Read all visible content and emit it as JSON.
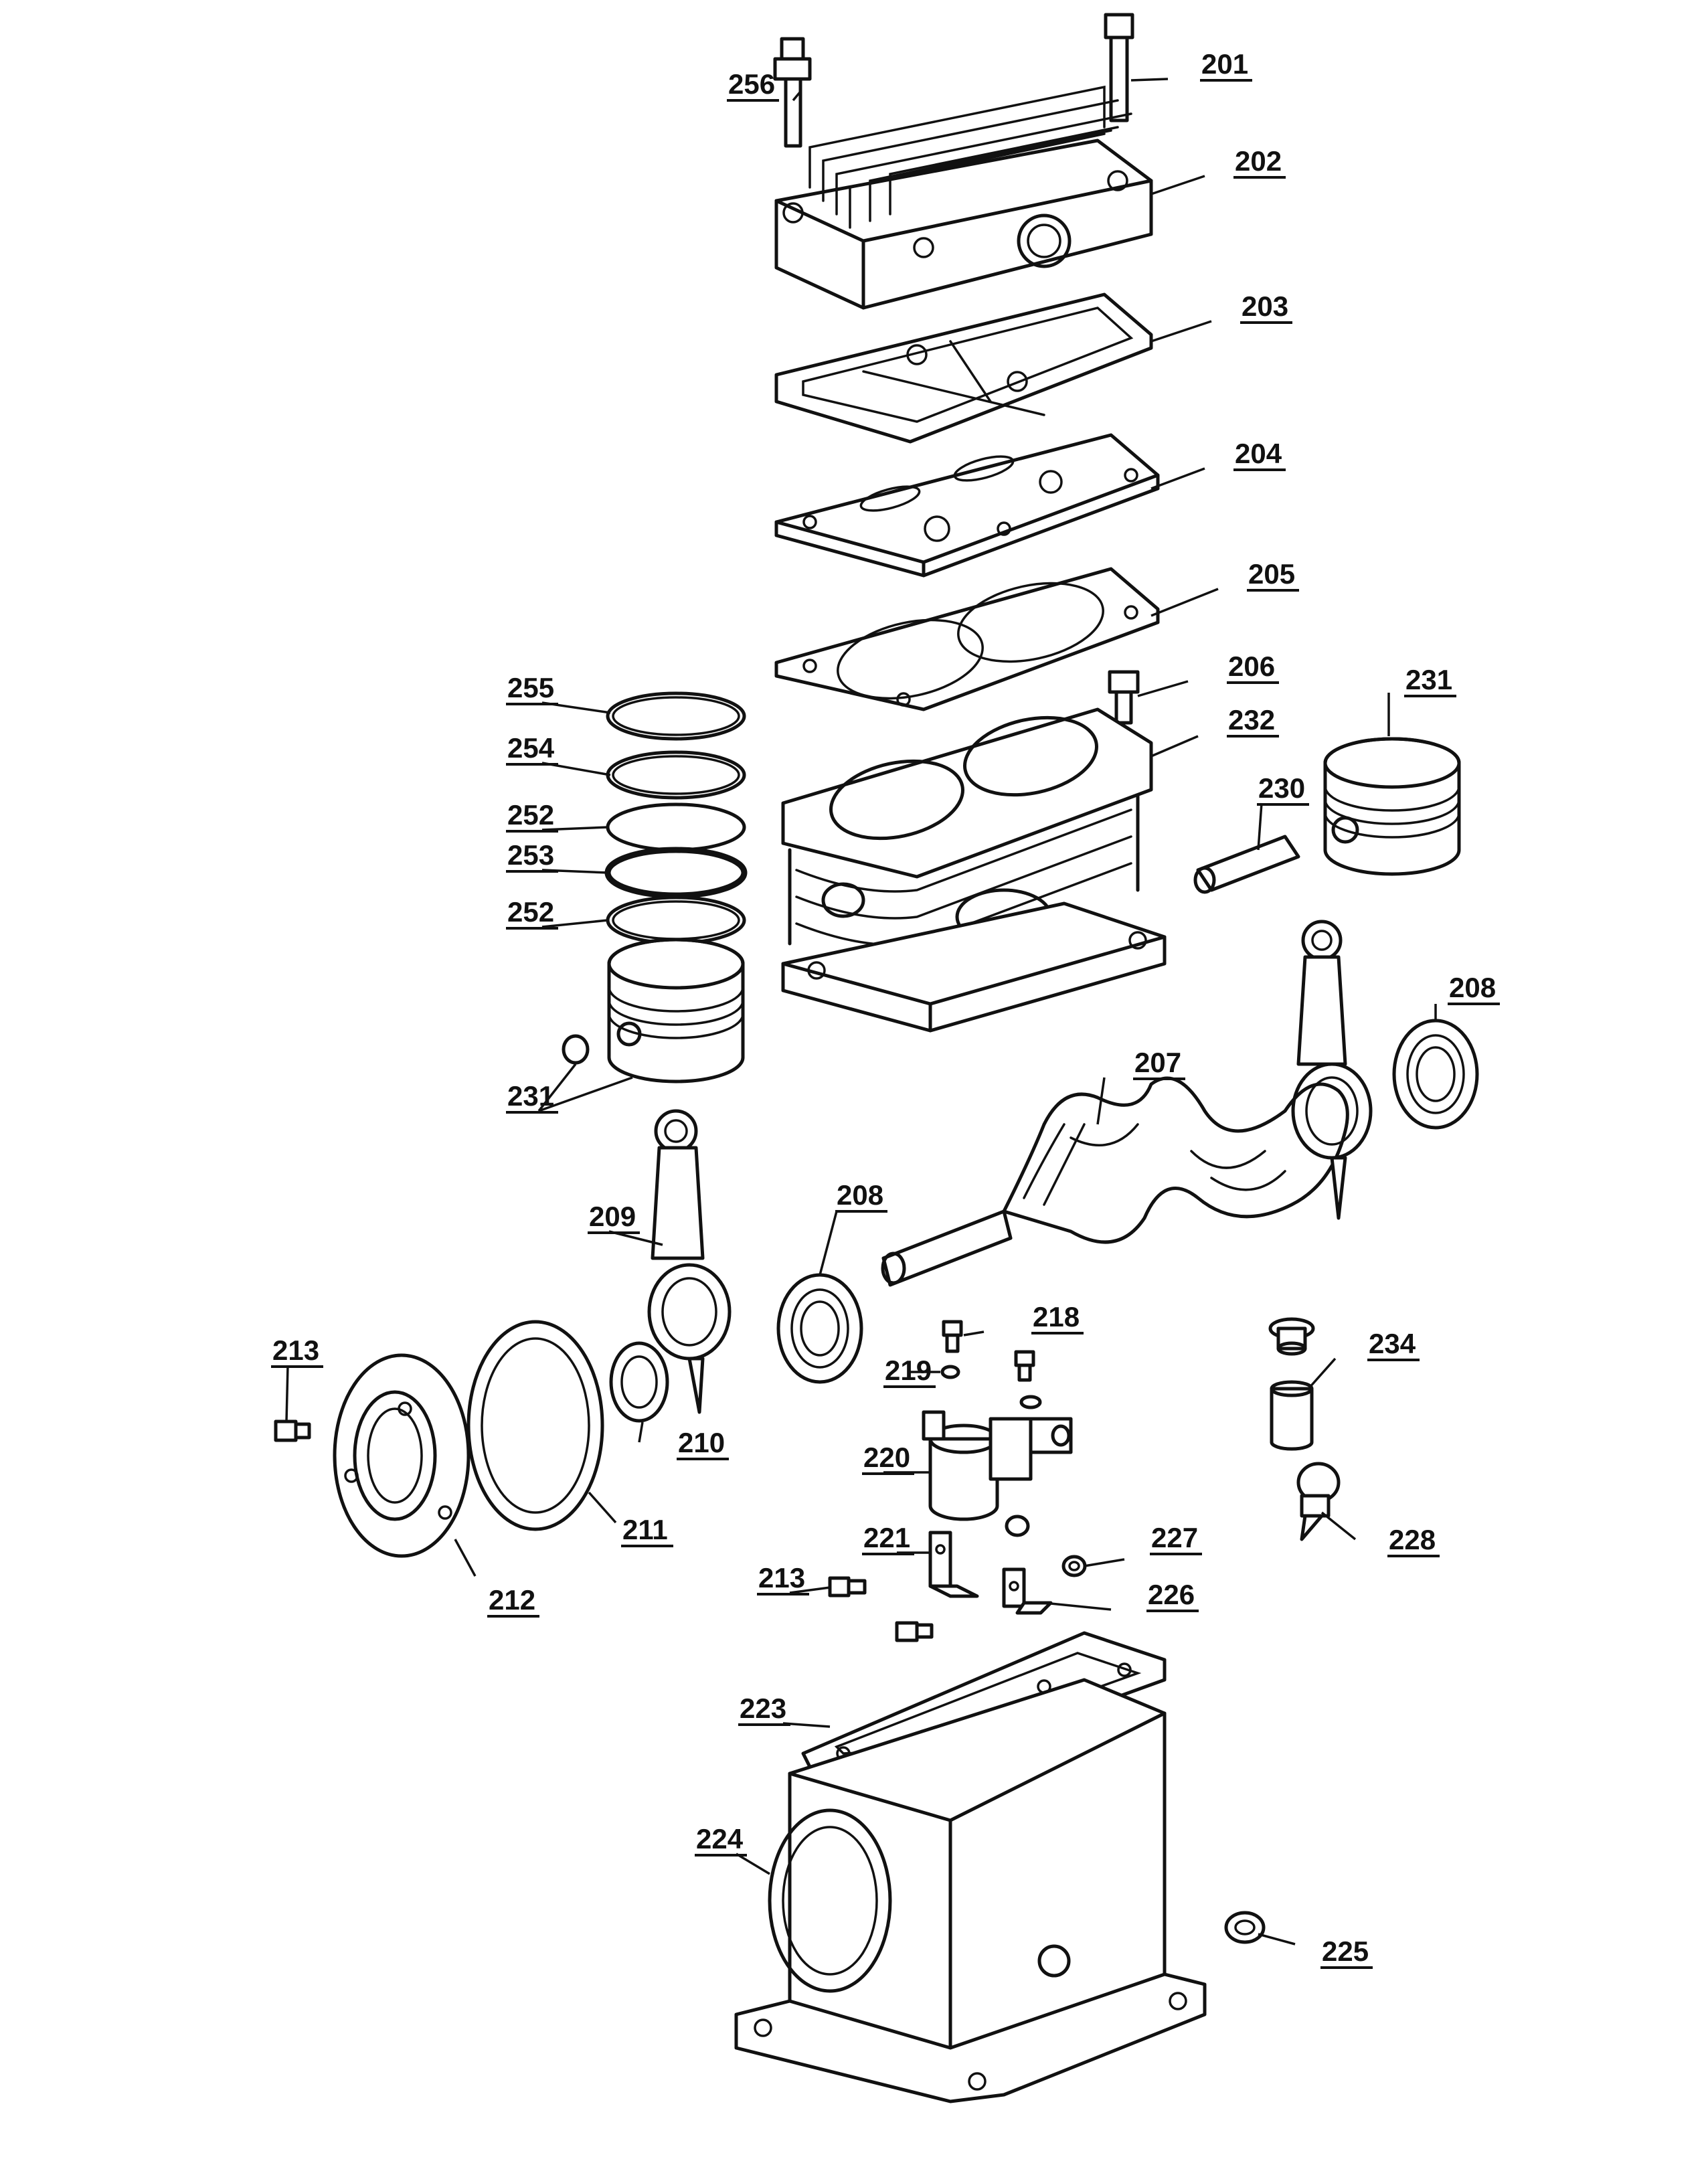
{
  "diagram": {
    "callouts": [
      {
        "id": "c256",
        "text": "256"
      },
      {
        "id": "c201",
        "text": "201"
      },
      {
        "id": "c202",
        "text": "202"
      },
      {
        "id": "c203",
        "text": "203"
      },
      {
        "id": "c204",
        "text": "204"
      },
      {
        "id": "c205",
        "text": "205"
      },
      {
        "id": "c206",
        "text": "206"
      },
      {
        "id": "c231a",
        "text": "231"
      },
      {
        "id": "c232",
        "text": "232"
      },
      {
        "id": "c230",
        "text": "230"
      },
      {
        "id": "c255",
        "text": "255"
      },
      {
        "id": "c254",
        "text": "254"
      },
      {
        "id": "c252a",
        "text": "252"
      },
      {
        "id": "c253",
        "text": "253"
      },
      {
        "id": "c252b",
        "text": "252"
      },
      {
        "id": "c231b",
        "text": "231"
      },
      {
        "id": "c208a",
        "text": "208"
      },
      {
        "id": "c207",
        "text": "207"
      },
      {
        "id": "c209",
        "text": "209"
      },
      {
        "id": "c208b",
        "text": "208"
      },
      {
        "id": "c218",
        "text": "218"
      },
      {
        "id": "c219",
        "text": "219"
      },
      {
        "id": "c213a",
        "text": "213"
      },
      {
        "id": "c234",
        "text": "234"
      },
      {
        "id": "c210",
        "text": "210"
      },
      {
        "id": "c220",
        "text": "220"
      },
      {
        "id": "c211",
        "text": "211"
      },
      {
        "id": "c212",
        "text": "212"
      },
      {
        "id": "c228",
        "text": "228"
      },
      {
        "id": "c221",
        "text": "221"
      },
      {
        "id": "c227",
        "text": "227"
      },
      {
        "id": "c213b",
        "text": "213"
      },
      {
        "id": "c226",
        "text": "226"
      },
      {
        "id": "c223",
        "text": "223"
      },
      {
        "id": "c224",
        "text": "224"
      },
      {
        "id": "c225",
        "text": "225"
      }
    ]
  }
}
